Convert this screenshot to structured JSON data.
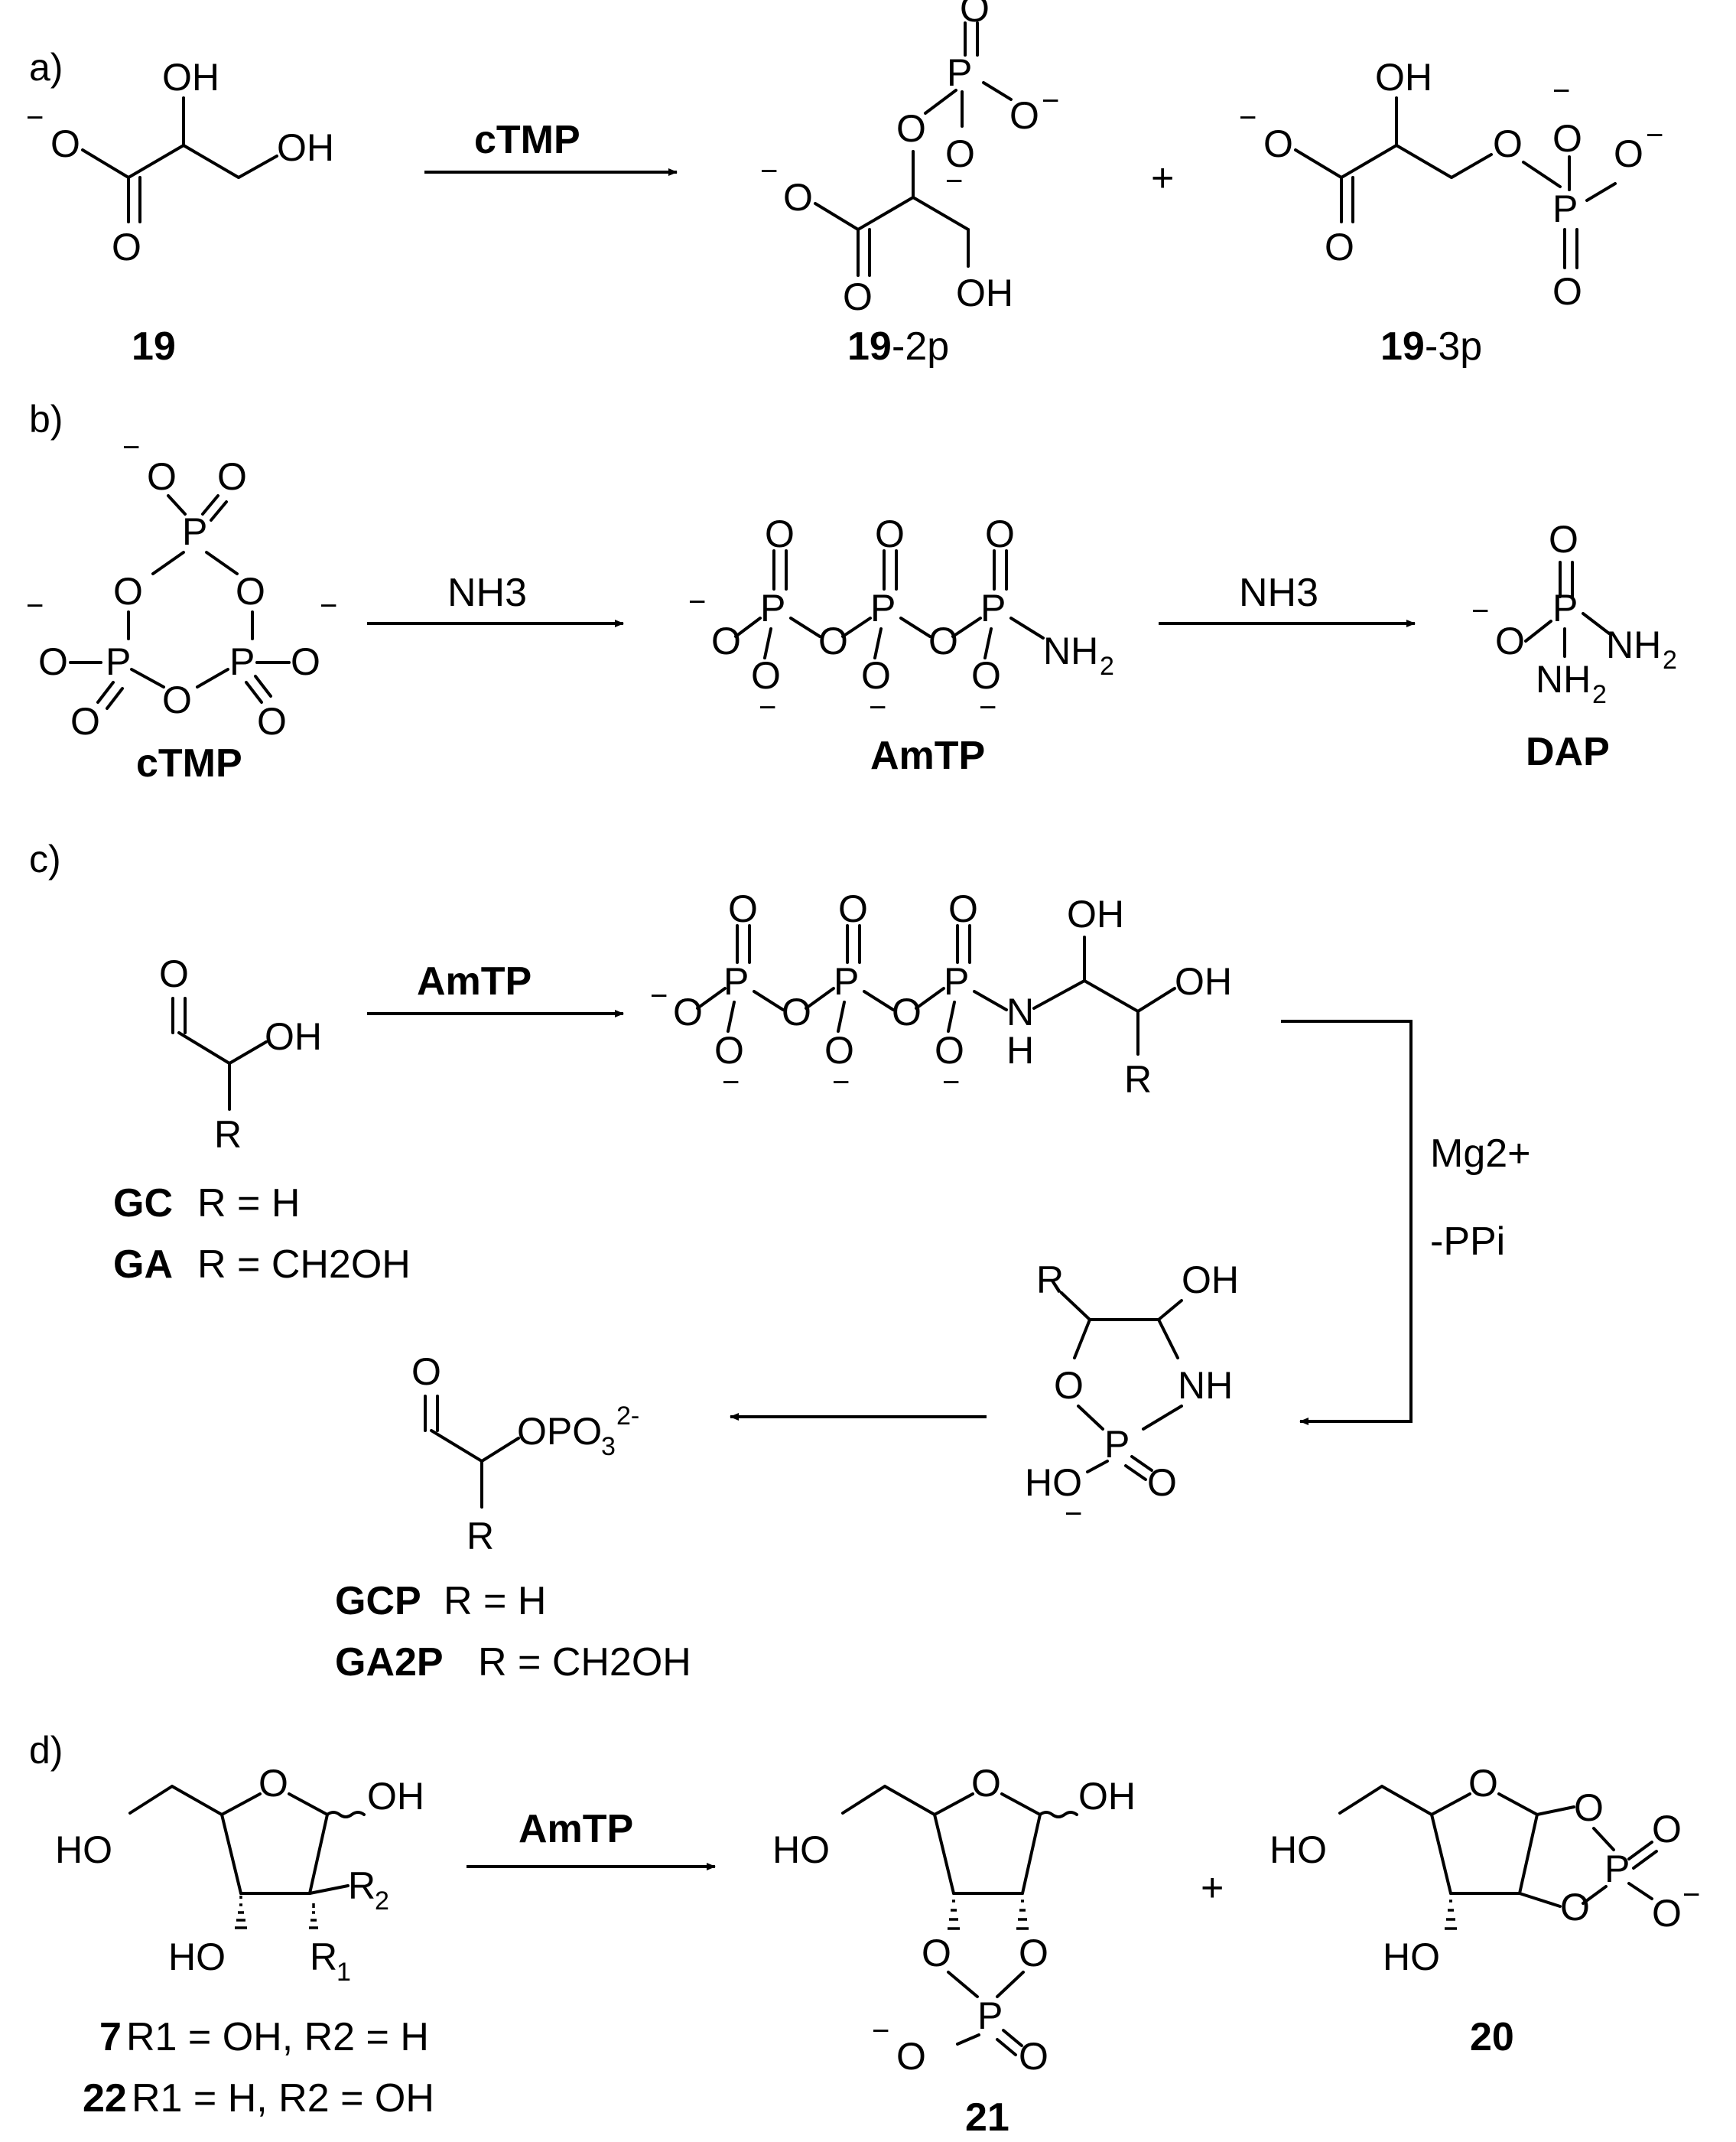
{
  "panels": {
    "a": {
      "label": "a)"
    },
    "b": {
      "label": "b)"
    },
    "c": {
      "label": "c)"
    },
    "d": {
      "label": "d)"
    }
  },
  "reagents": {
    "a": "cTMP",
    "b1": "NH3",
    "b2": "NH3",
    "c1": "AmTP",
    "c2_ion": "Mg2+",
    "c2_loss": "-PPi",
    "d": "AmTP"
  },
  "compounds": {
    "c19": "19",
    "c19_2p_num": "19",
    "c19_2p_suffix": "-2p",
    "c19_3p_num": "19",
    "c19_3p_suffix": "-3p",
    "cTMP": "cTMP",
    "AmTP": "AmTP",
    "DAP": "DAP",
    "GC": "GC",
    "GC_def": "R = H",
    "GA": "GA",
    "GA_def": "R = CH2OH",
    "GCP": "GCP",
    "GCP_def": "R = H",
    "GA2P": "GA2P",
    "GA2P_def": "R = CH2OH",
    "c7": "7",
    "c7_def": "R1 = OH, R2 = H",
    "c22": "22",
    "c22_def": "R1 = H, R2 = OH",
    "c21": "21",
    "c20": "20"
  },
  "plus_sign": "+"
}
